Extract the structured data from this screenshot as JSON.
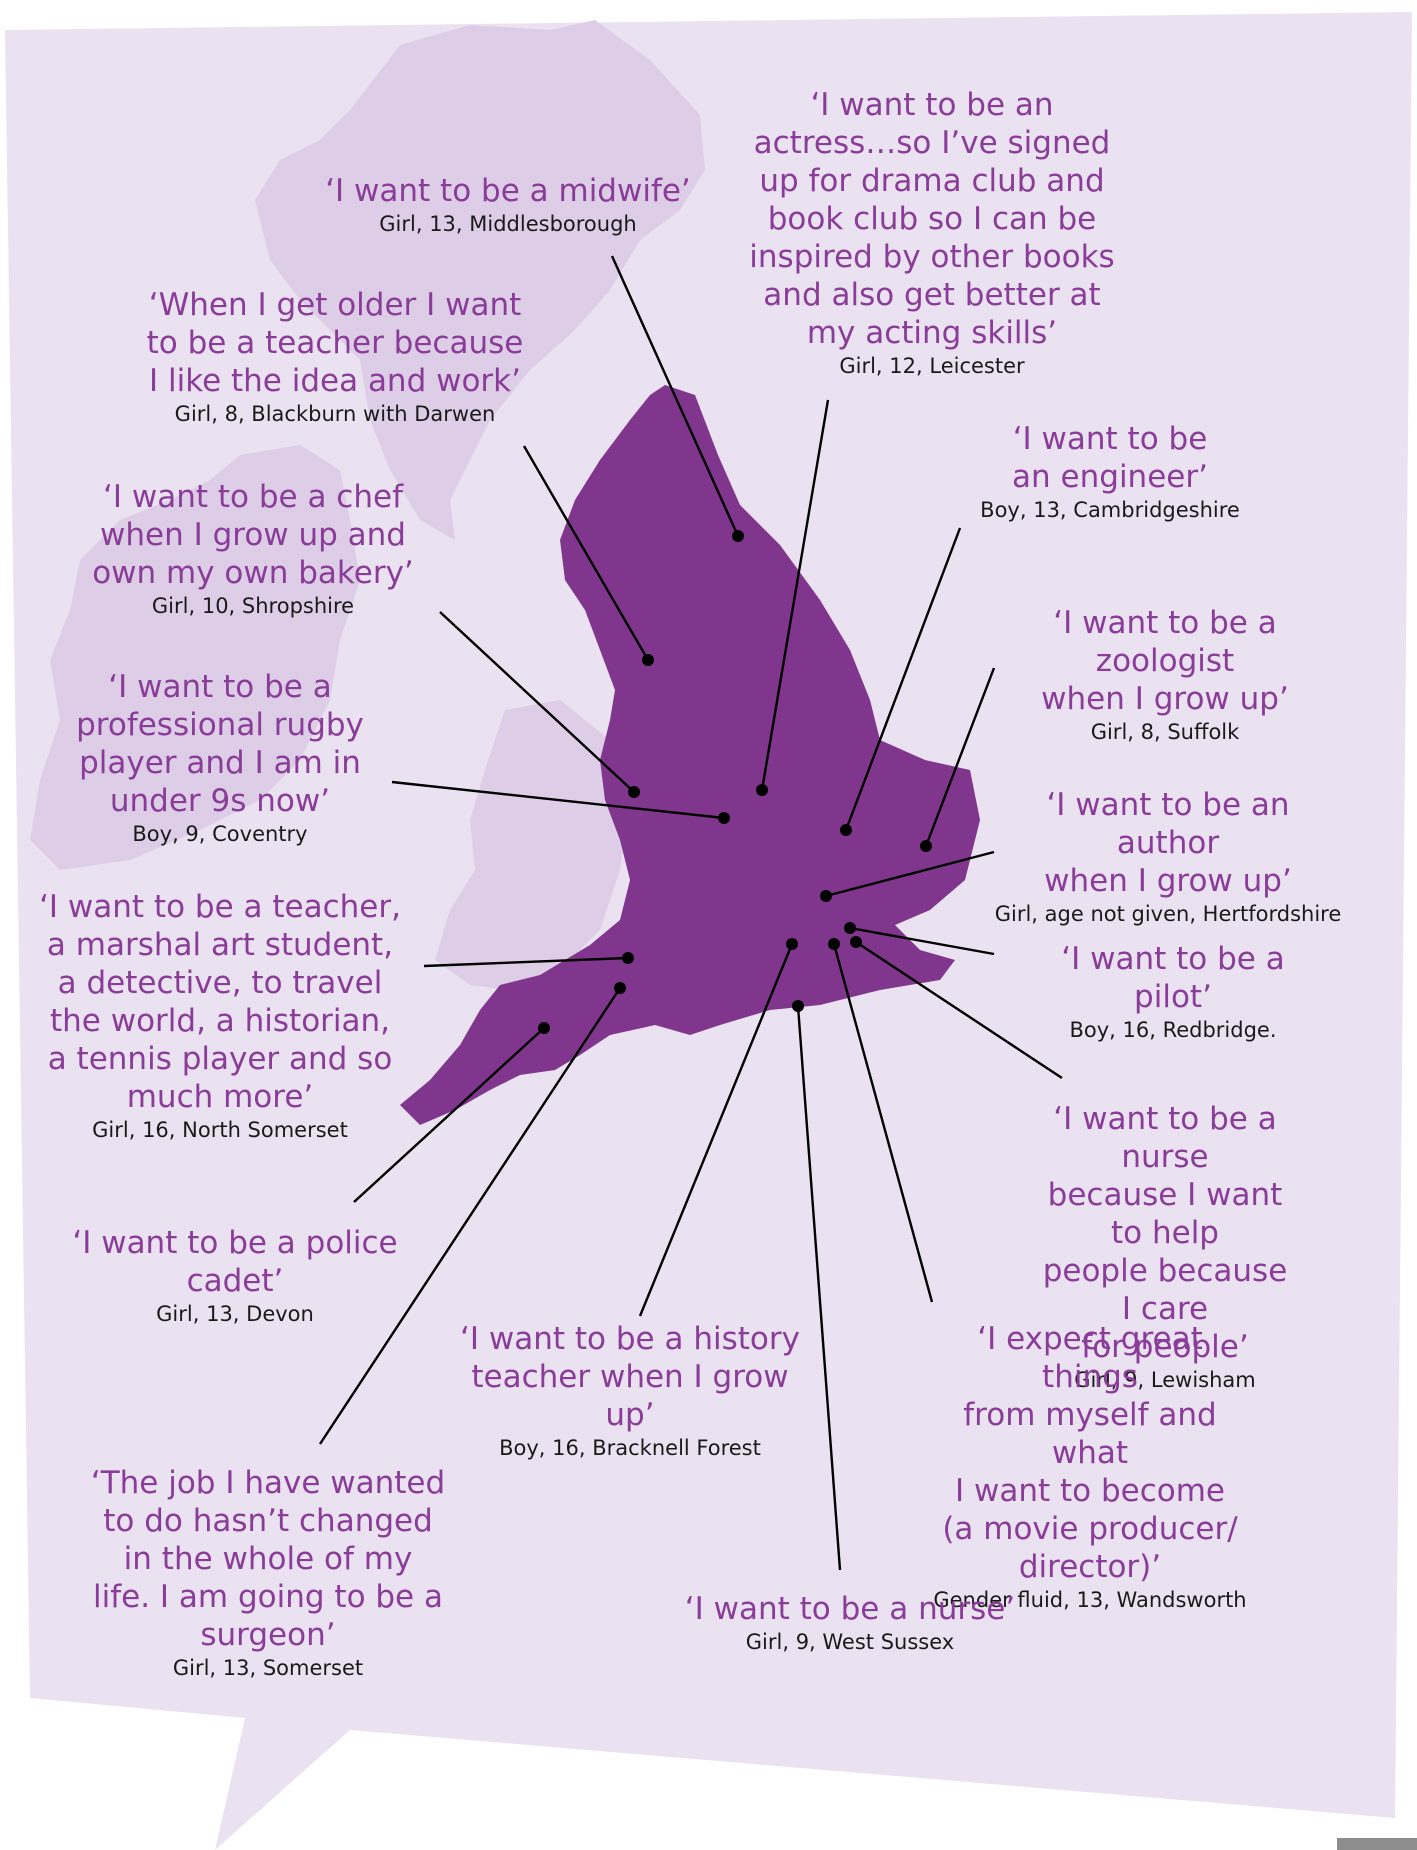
{
  "quotes": [
    {
      "id": "midwife",
      "text": "‘I want to be a midwife’",
      "attribution": "Girl, 13, Middlesborough"
    },
    {
      "id": "actress",
      "text": "‘I want to be an\nactress…so I’ve signed\nup for drama club and\nbook club so I can be\ninspired by other books\nand also get better at\nmy acting skills’",
      "attribution": "Girl, 12, Leicester"
    },
    {
      "id": "teacher-blackburn",
      "text": "‘When I get older I want\nto be a teacher because\nI like the idea and work’",
      "attribution": "Girl, 8, Blackburn with Darwen"
    },
    {
      "id": "engineer",
      "text": "‘I want to be\nan engineer’",
      "attribution": "Boy, 13, Cambridgeshire"
    },
    {
      "id": "chef",
      "text": "‘I want to be a chef\nwhen I grow up and\nown my own bakery’",
      "attribution": "Girl, 10, Shropshire"
    },
    {
      "id": "zoologist",
      "text": "‘I want to be a zoologist\nwhen I grow up’",
      "attribution": "Girl, 8, Suffolk"
    },
    {
      "id": "rugby",
      "text": "‘I want to be a\nprofessional rugby\nplayer and I am in\nunder 9s now’",
      "attribution": "Boy, 9, Coventry"
    },
    {
      "id": "author",
      "text": "‘I want to be an author\nwhen I grow up’",
      "attribution": "Girl, age not given, Hertfordshire"
    },
    {
      "id": "marshal",
      "text": "‘I want to be a teacher,\na marshal art student,\na detective, to travel\nthe world, a historian,\na tennis player and so\nmuch more’",
      "attribution": "Girl, 16, North Somerset"
    },
    {
      "id": "pilot",
      "text": "‘I want to be a pilot’",
      "attribution": "Boy, 16, Redbridge."
    },
    {
      "id": "nurse-lewisham",
      "text": "‘I want to be a nurse\nbecause I want to help\npeople because I care\nfor people’",
      "attribution": "Girl, 9, Lewisham"
    },
    {
      "id": "police",
      "text": "‘I want to be a police\ncadet’",
      "attribution": "Girl, 13, Devon"
    },
    {
      "id": "history",
      "text": "‘I want to be a history\nteacher when I grow\nup’",
      "attribution": "Boy, 16, Bracknell Forest"
    },
    {
      "id": "producer",
      "text": "‘I expect great things\nfrom myself and what\nI want to become\n(a movie producer/\ndirector)’",
      "attribution": "Gender fluid, 13, Wandsworth"
    },
    {
      "id": "surgeon",
      "text": "‘The job I have wanted\nto do hasn’t changed\nin the whole of my\nlife. I am going to be a\nsurgeon’",
      "attribution": "Girl, 13, Somerset"
    },
    {
      "id": "nurse-sussex",
      "text": "‘I want to be a nurse’",
      "attribution": "Girl, 9, West Sussex"
    }
  ],
  "colors": {
    "bubble": "#eae2f0",
    "other_land": "#ddcde6",
    "england": "#7f368c",
    "quote_text": "#8a3d98",
    "attribution_text": "#1a1a1a",
    "leader_line": "#000000"
  }
}
